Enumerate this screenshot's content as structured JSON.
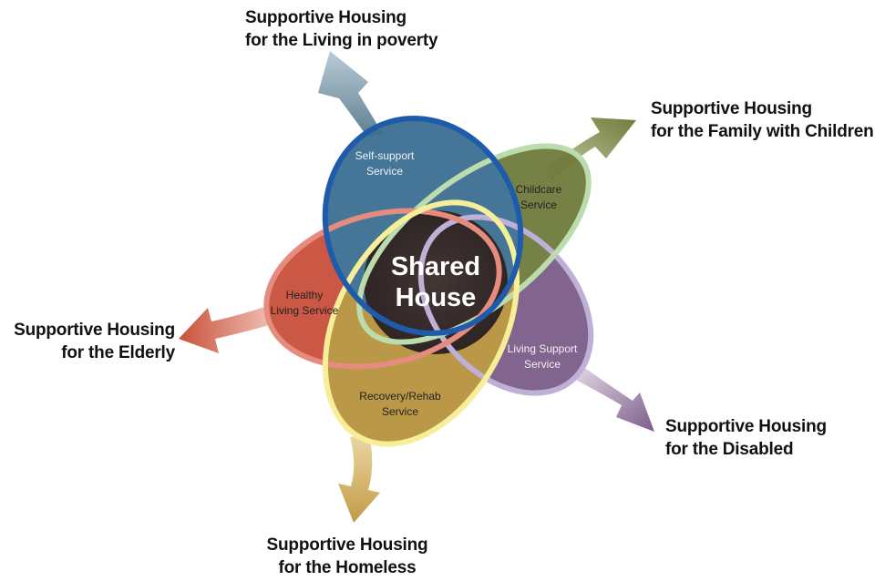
{
  "center": {
    "line1": "Shared",
    "line2": "House"
  },
  "services": {
    "self_support": {
      "line1": "Self-support",
      "line2": "Service"
    },
    "childcare": {
      "line1": "Childcare",
      "line2": "Service"
    },
    "healthy_living": {
      "line1": "Healthy",
      "line2": "Living Service"
    },
    "living_support": {
      "line1": "Living Support",
      "line2": "Service"
    },
    "recovery_rehab": {
      "line1": "Recovery/Rehab",
      "line2": "Service"
    }
  },
  "housing": {
    "poverty": {
      "line1": "Supportive Housing",
      "line2": "for the Living in poverty"
    },
    "family": {
      "line1": "Supportive Housing",
      "line2": "for the Family with Children"
    },
    "elderly": {
      "line1": "Supportive Housing",
      "line2": "for the Elderly"
    },
    "disabled": {
      "line1": "Supportive Housing",
      "line2": "for the Disabled"
    },
    "homeless": {
      "line1": "Supportive Housing",
      "line2": "for the Homeless"
    }
  },
  "colors": {
    "blue": "#3d6f92",
    "blue_stroke": "#1f5bab",
    "green": "#6c7a3a",
    "green_stroke": "#bcdcae",
    "red": "#c8503a",
    "red_stroke": "#e58c7e",
    "purple": "#7b5d88",
    "purple_stroke": "#bfb0d7",
    "gold": "#b8933f",
    "gold_stroke": "#f7ee9a",
    "center": "#3b2f2e"
  }
}
